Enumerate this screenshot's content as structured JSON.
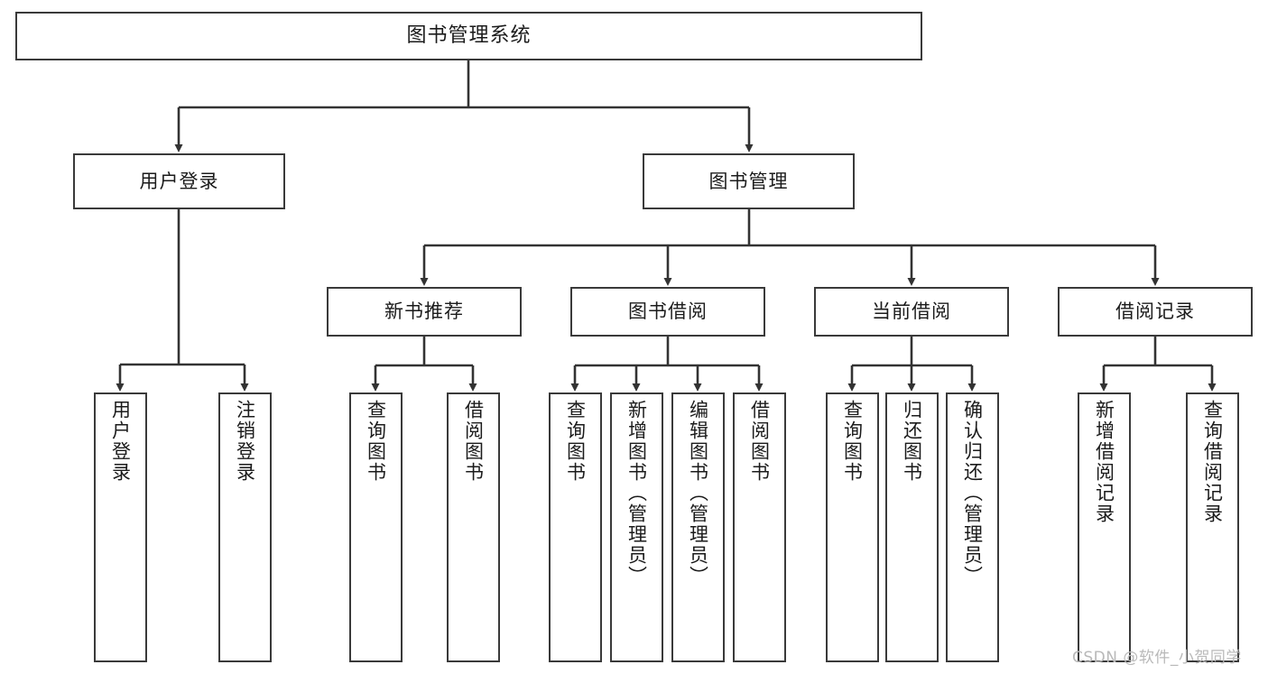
{
  "diagram": {
    "title": "图书管理系统",
    "type": "functional-structure-tree",
    "root": {
      "label": "图书管理系统"
    },
    "level2": [
      {
        "label": "用户登录"
      },
      {
        "label": "图书管理"
      }
    ],
    "level3": [
      {
        "label": "新书推荐"
      },
      {
        "label": "图书借阅"
      },
      {
        "label": "当前借阅"
      },
      {
        "label": "借阅记录"
      }
    ],
    "leaves": {
      "user_login": [
        {
          "label": "用户登录"
        },
        {
          "label": "注销登录"
        }
      ],
      "new_book_recommend": [
        {
          "label": "查询图书"
        },
        {
          "label": "借阅图书"
        }
      ],
      "book_borrow": [
        {
          "label": "查询图书"
        },
        {
          "label": "新增图书（管理员）"
        },
        {
          "label": "编辑图书（管理员）"
        },
        {
          "label": "借阅图书"
        }
      ],
      "current_borrow": [
        {
          "label": "查询图书"
        },
        {
          "label": "归还图书"
        },
        {
          "label": "确认归还（管理员）"
        }
      ],
      "borrow_record": [
        {
          "label": "新增借阅记录"
        },
        {
          "label": "查询借阅记录"
        }
      ]
    }
  },
  "watermark": {
    "text": "CSDN @软件_小贺同学"
  },
  "colors": {
    "border": "#3a3a3a",
    "text": "#1b1b1b",
    "background": "#ffffff",
    "connector": "#333333",
    "watermark": "#b9b9b9"
  }
}
